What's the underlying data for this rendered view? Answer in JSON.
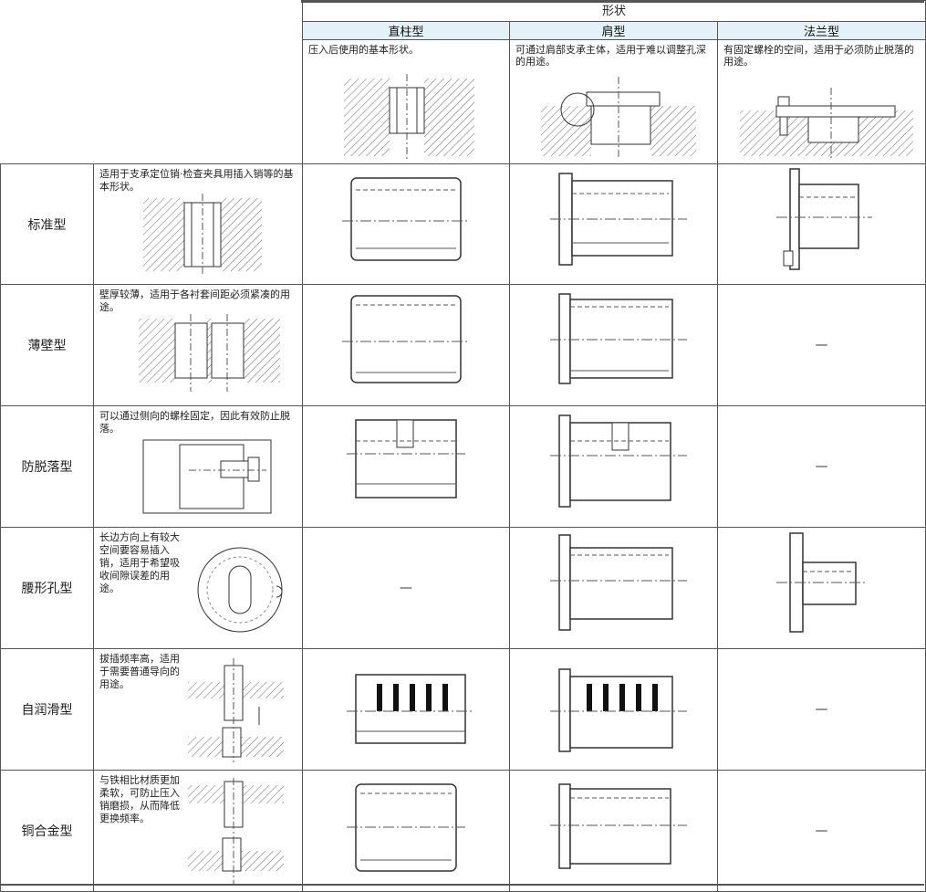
{
  "header": {
    "shape_label": "形状",
    "columns": [
      {
        "label": "直柱型",
        "desc": "压入后使用的基本形状。"
      },
      {
        "label": "肩型",
        "desc": "可通过肩部支承主体，适用于难以调整孔深的用途。"
      },
      {
        "label": "法兰型",
        "desc": "有固定螺栓的空间，适用于必须防止脱落的用途。"
      }
    ]
  },
  "rows": [
    {
      "name": "标准型",
      "desc": "适用于支承定位销·检查夹具用插入销等的基本形状。",
      "cells": [
        "fig",
        "fig",
        "fig"
      ]
    },
    {
      "name": "薄壁型",
      "desc": "壁厚较薄，适用于各衬套间距必须紧凑的用途。",
      "cells": [
        "fig",
        "fig",
        "—"
      ]
    },
    {
      "name": "防脱落型",
      "desc": "可以通过侧向的螺栓固定，因此有效防止脱落。",
      "cells": [
        "fig",
        "fig",
        "—"
      ]
    },
    {
      "name": "腰形孔型",
      "desc": "长边方向上有较大空间要容易插入销，适用于希望吸收间隙误差的用途。",
      "cells": [
        "—",
        "fig",
        "fig"
      ]
    },
    {
      "name": "自润滑型",
      "desc": "拔插频率高，适用于需要普通导向的用途。",
      "cells": [
        "fig",
        "fig",
        "—"
      ]
    },
    {
      "name": "铜合金型",
      "desc": "与铁相比材质更加柔软，可防止压入销磨损，从而降低更换频率。",
      "cells": [
        "fig",
        "fig",
        "—"
      ]
    }
  ],
  "dash": "—"
}
